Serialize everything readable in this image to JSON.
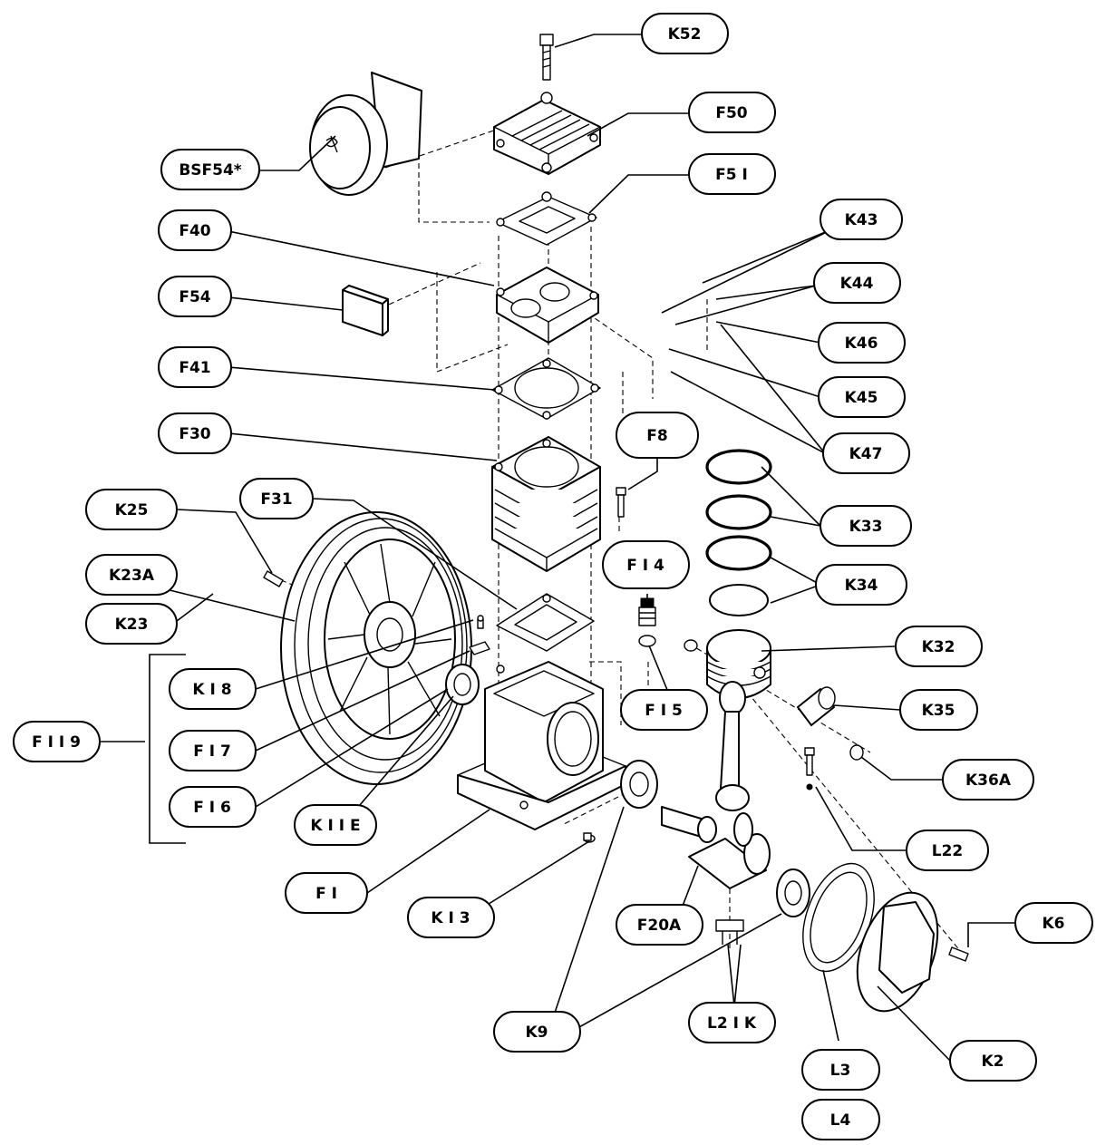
{
  "diagram": {
    "labels": {
      "K52": "K52",
      "F50": "F50",
      "BSF54": "BSF54*",
      "F51": "F5 I",
      "F40": "F40",
      "K43": "K43",
      "F54": "F54",
      "K44": "K44",
      "K46": "K46",
      "F41": "F41",
      "K45": "K45",
      "F30": "F30",
      "F8": "F8",
      "K47": "K47",
      "F31": "F31",
      "K25": "K25",
      "K33": "K33",
      "K23A": "K23A",
      "F14": "F I 4",
      "K23": "K23",
      "K34": "K34",
      "K32": "K32",
      "K18": "K I 8",
      "F119": "F I I 9",
      "F17": "F I 7",
      "F15": "F I 5",
      "K35": "K35",
      "K36A": "K36A",
      "F16": "F I 6",
      "K11E": "K I I E",
      "L22": "L22",
      "F1": "F I",
      "K13": "K I 3",
      "F20A": "F20A",
      "K6": "K6",
      "K9": "K9",
      "L21K": "L2 I K",
      "K2": "K2",
      "L3": "L3",
      "L4": "L4"
    }
  }
}
